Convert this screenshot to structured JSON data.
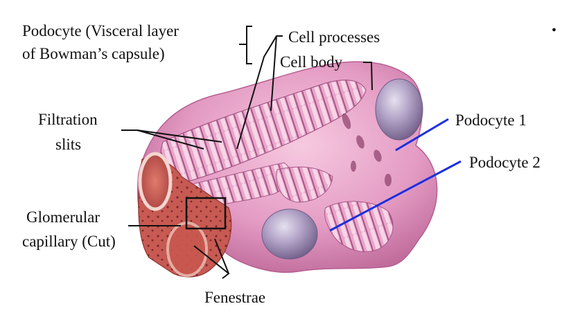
{
  "labels": {
    "podocyte_line1": "Podocyte (Visceral layer",
    "podocyte_line2": "of Bowman’s capsule)",
    "cell_processes": "Cell processes",
    "cell_body": "Cell body",
    "filtration_line1": "Filtration",
    "filtration_line2": "slits",
    "glomerular_line1": "Glomerular",
    "glomerular_line2": "capillary (Cut)",
    "fenestrae": "Fenestrae",
    "podocyte_1": "Podocyte 1",
    "podocyte_2": "Podocyte 2",
    "bullet": "•"
  },
  "colors": {
    "podocyte_pink": "#e49cc4",
    "podocyte_dark": "#b65e90",
    "nucleus": "#9a88b0",
    "capillary_red": "#c7564f",
    "pointer_blue": "#1c2fe0",
    "leader_black": "#111111"
  }
}
